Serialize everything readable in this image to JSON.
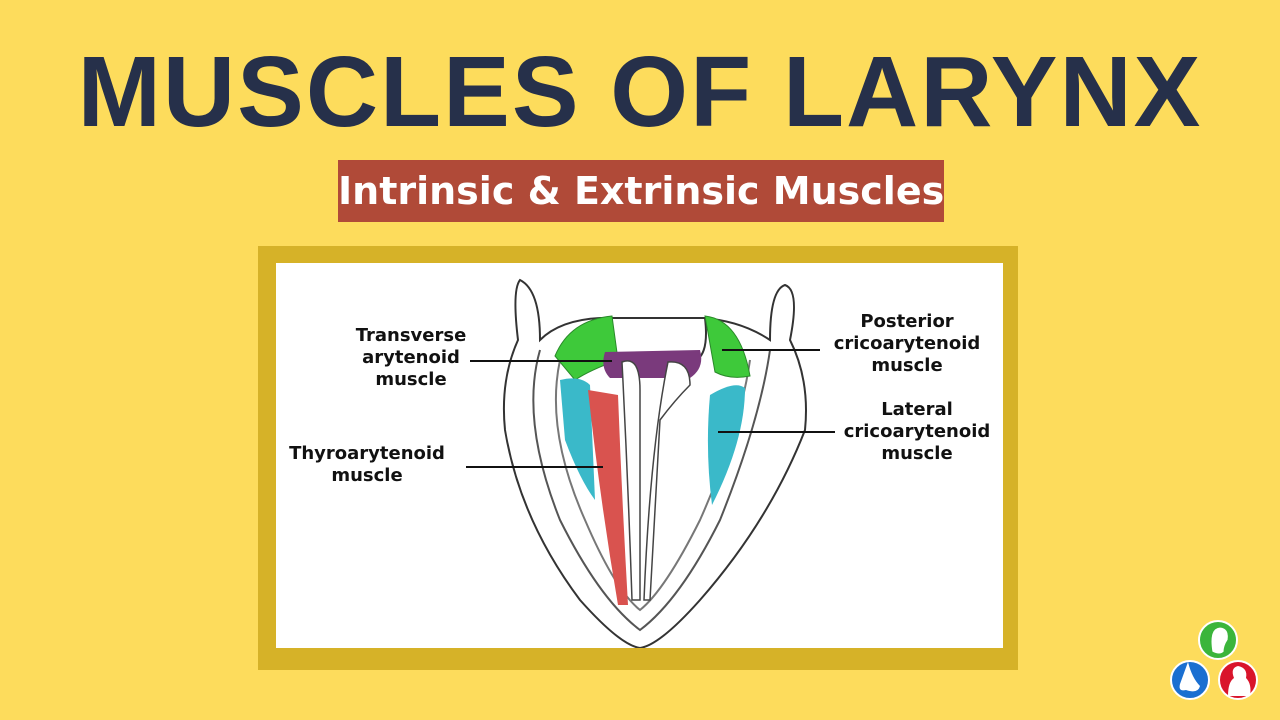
{
  "title": "MUSCLES OF LARYNX",
  "subtitle": "Intrinsic & Extrinsic Muscles",
  "diagram": {
    "labels": {
      "transverse_arytenoid": "Transverse arytenoid muscle",
      "thyroarytenoid": "Thyroarytenoid muscle",
      "posterior_cricoarytenoid": "Posterior cricoarytenoid muscle",
      "lateral_cricoarytenoid": "Lateral cricoarytenoid muscle"
    },
    "colors": {
      "transverse_arytenoid": "#7a3a7c",
      "thyroarytenoid": "#d9534f",
      "posterior_cricoarytenoid": "#3ec93a",
      "lateral_cricoarytenoid": "#3ab9c9"
    }
  },
  "logo": {
    "icons": [
      "ear-icon",
      "nose-icon",
      "throat-icon"
    ],
    "colors": [
      "#3bb53b",
      "#1a6fd1",
      "#d9142b"
    ]
  }
}
